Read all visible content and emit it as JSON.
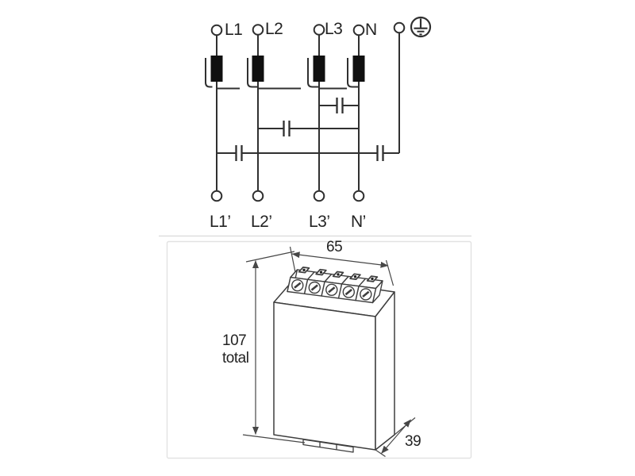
{
  "schematic": {
    "top_terminals": [
      "L1",
      "L2",
      "L3",
      "N"
    ],
    "bottom_terminals": [
      "L1’",
      "L2’",
      "L3’",
      "N’"
    ],
    "earth_icon": "protective-earth-icon",
    "series_elements": [
      "choke-L1",
      "choke-L2",
      "choke-L3",
      "choke-N"
    ],
    "capacitors": [
      "capacitor-L3-N",
      "capacitor-L2-N",
      "capacitor-L1-PE",
      "capacitor-N-PE"
    ]
  },
  "device_drawing": {
    "width_mm": "65",
    "height_mm": "107",
    "height_note": "total",
    "depth_mm": "39",
    "terminal_count": 5
  },
  "colors": {
    "schematic_line": "#303030",
    "drawing_line": "#3e3e3e",
    "dimension_line": "#474747",
    "panel_border": "#e2e2e2"
  }
}
